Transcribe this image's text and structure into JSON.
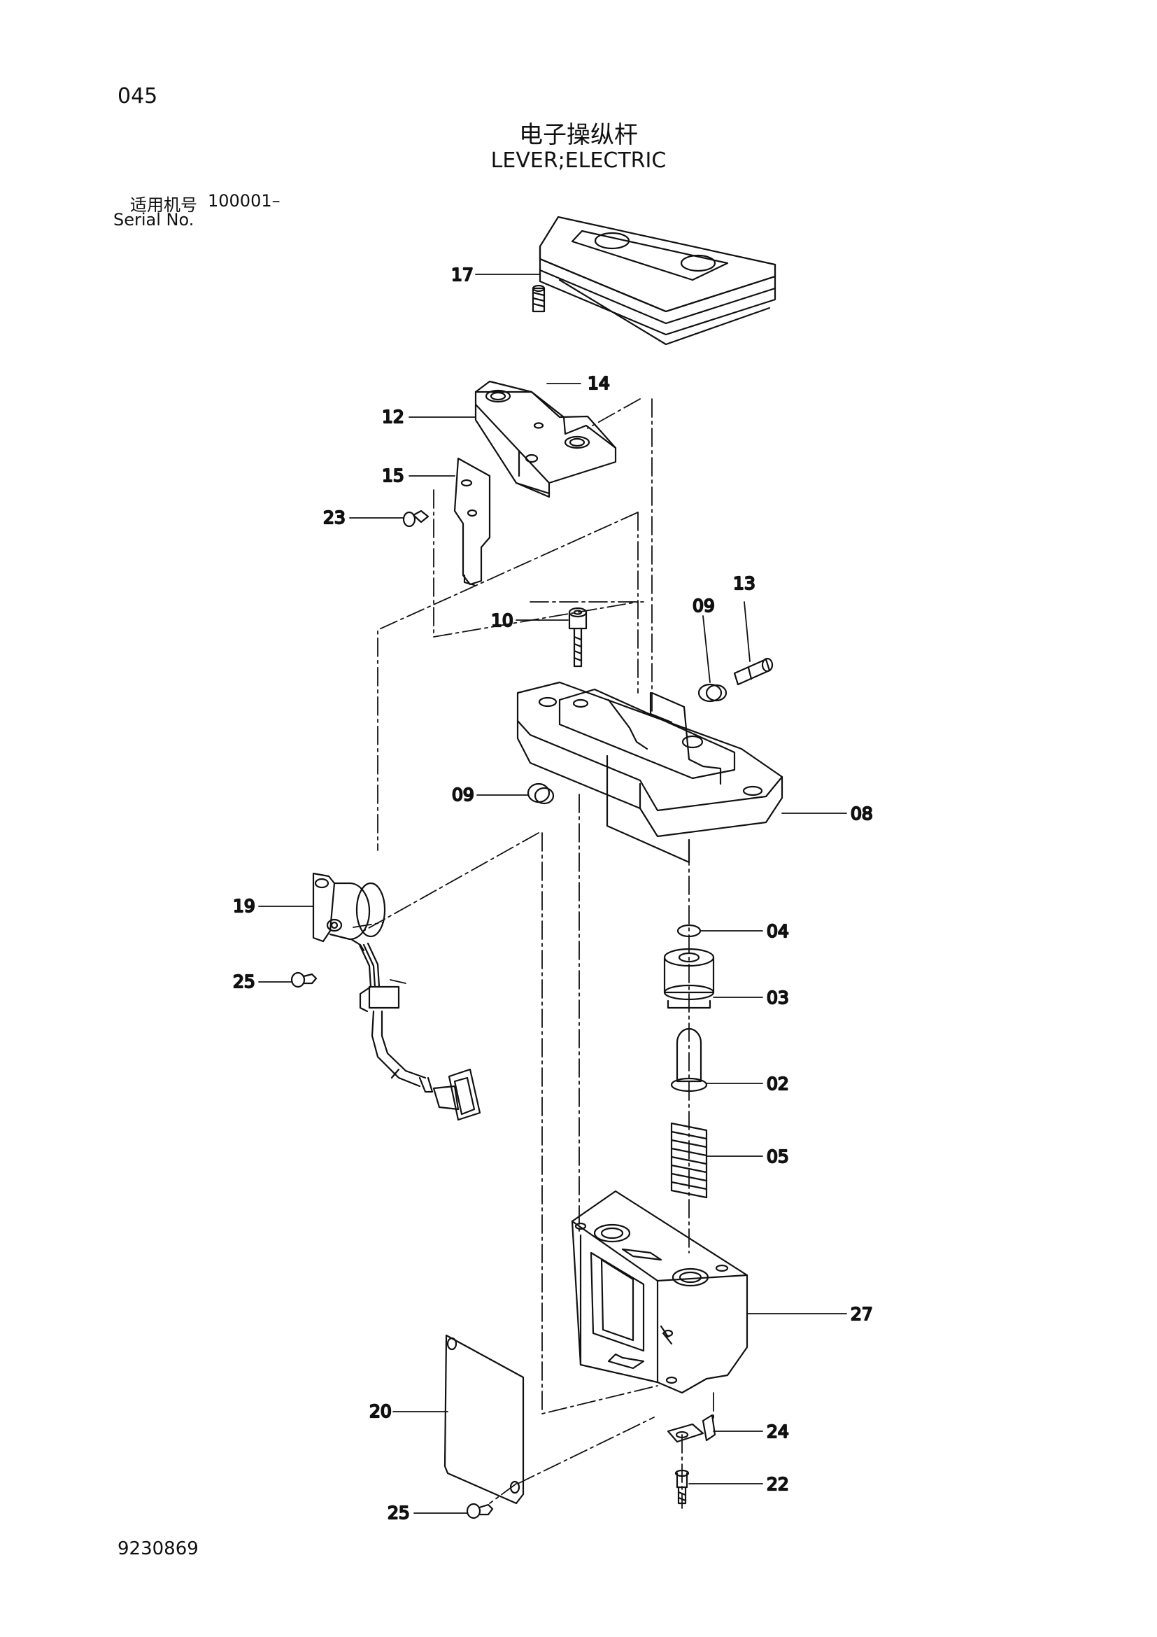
{
  "page": {
    "page_number": "045",
    "document_number": "9230869"
  },
  "title": {
    "chinese": "电子操纵杆",
    "english": "LEVER;ELECTRIC"
  },
  "serial": {
    "label_cn": "适用机号",
    "value": "100001–",
    "label_en": "Serial No."
  },
  "callouts": {
    "c17": "17",
    "c14": "14",
    "c12": "12",
    "c15": "15",
    "c23": "23",
    "c10": "10",
    "c09a": "09",
    "c13": "13",
    "c09b": "09",
    "c08": "08",
    "c19": "19",
    "c25a": "25",
    "c04": "04",
    "c03": "03",
    "c02": "02",
    "c05": "05",
    "c27": "27",
    "c20": "20",
    "c24": "24",
    "c22": "22",
    "c25b": "25"
  }
}
